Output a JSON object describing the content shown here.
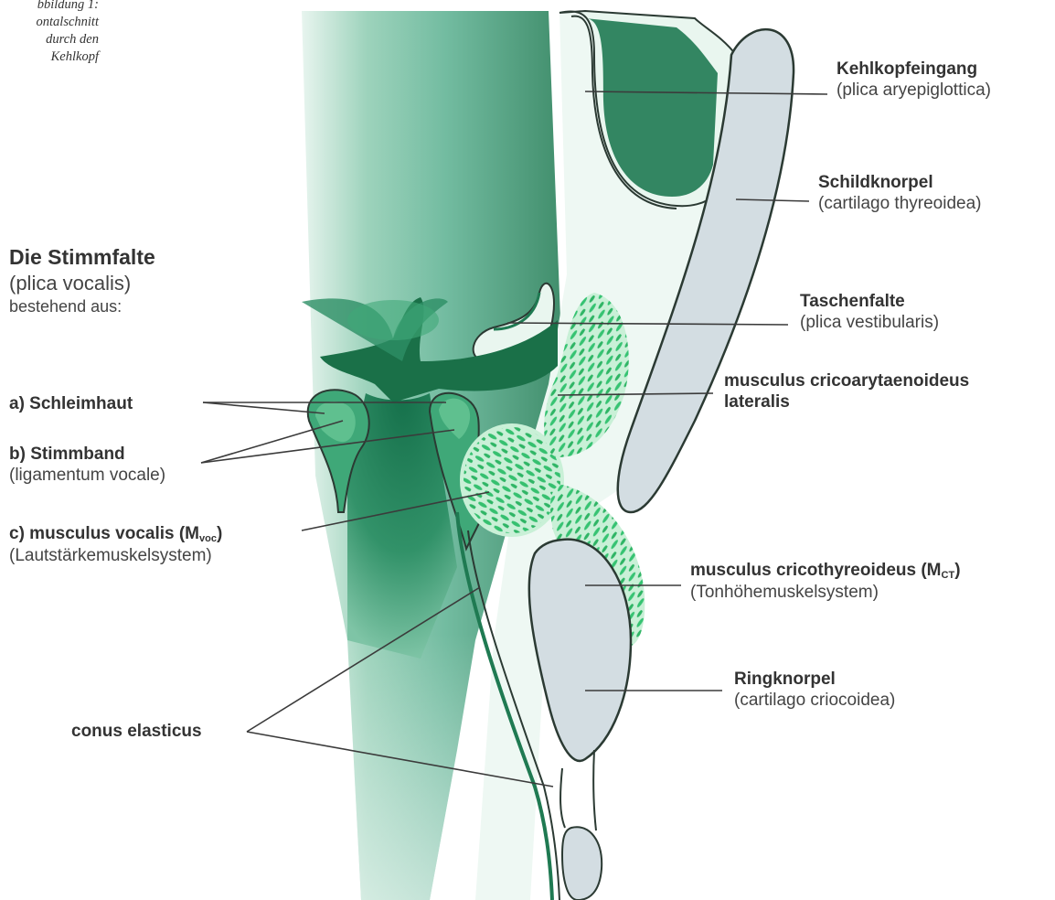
{
  "caption": {
    "line1": "bbildung 1:",
    "line2": "ontalschnitt",
    "line3": "durch den",
    "line4": "Kehlkopf"
  },
  "title": {
    "heading": "Die Stimmfalte",
    "latin": "(plica vocalis)",
    "sub": "bestehend aus:"
  },
  "left_labels": {
    "schleimhaut": "a) Schleimhaut",
    "stimmband": "b) Stimmband",
    "stimmband_latin": "(ligamentum vocale)",
    "vocalis_prefix": "c) musculus vocalis (M",
    "vocalis_sub": "voc",
    "vocalis_suffix": ")",
    "vocalis_note": "(Lautstärkemuskelsystem)",
    "conus": "conus elasticus"
  },
  "right_labels": {
    "kehlkopfeingang": "Kehlkopfeingang",
    "kehlkopfeingang_latin": "(plica aryepiglottica)",
    "schildknorpel": "Schildknorpel",
    "schildknorpel_latin": "(cartilago thyreoidea)",
    "taschenfalte": "Taschenfalte",
    "taschenfalte_latin": "(plica vestibularis)",
    "cricoary_1": "musculus cricoarytaenoideus",
    "cricoary_2": "lateralis",
    "cricothy_prefix": "musculus cricothyreoideus (M",
    "cricothy_sub": "CT",
    "cricothy_suffix": ")",
    "cricothy_note": "(Tonhöhemuskelsystem)",
    "ringknorpel": "Ringknorpel",
    "ringknorpel_latin": "(cartilago criocoidea)"
  },
  "colors": {
    "dark_green": "#1f7a52",
    "mid_green": "#3fa878",
    "light_green": "#cfeee0",
    "muscle_green": "#3cc77a",
    "cartilage": "#d3dde2",
    "outline": "#2b3a33"
  }
}
